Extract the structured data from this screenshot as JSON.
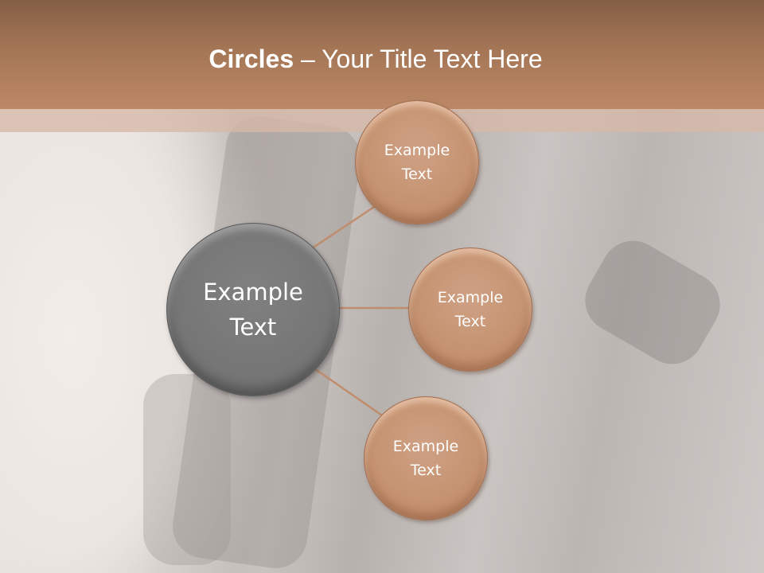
{
  "slide": {
    "title_bold": "Circles",
    "title_rest": " – Your Title Text Here"
  },
  "diagram": {
    "center": {
      "line1": "Example",
      "line2": "Text",
      "color": "#777777"
    },
    "nodes": [
      {
        "line1": "Example",
        "line2": "Text",
        "color": "#c4926f"
      },
      {
        "line1": "Example",
        "line2": "Text",
        "color": "#c4926f"
      },
      {
        "line1": "Example",
        "line2": "Text",
        "color": "#c4926f"
      }
    ],
    "connector_color": "#c08d6c"
  },
  "colors": {
    "header_top": "#845e45",
    "header_bottom": "#bc8866",
    "band": "#d6b9a8"
  }
}
